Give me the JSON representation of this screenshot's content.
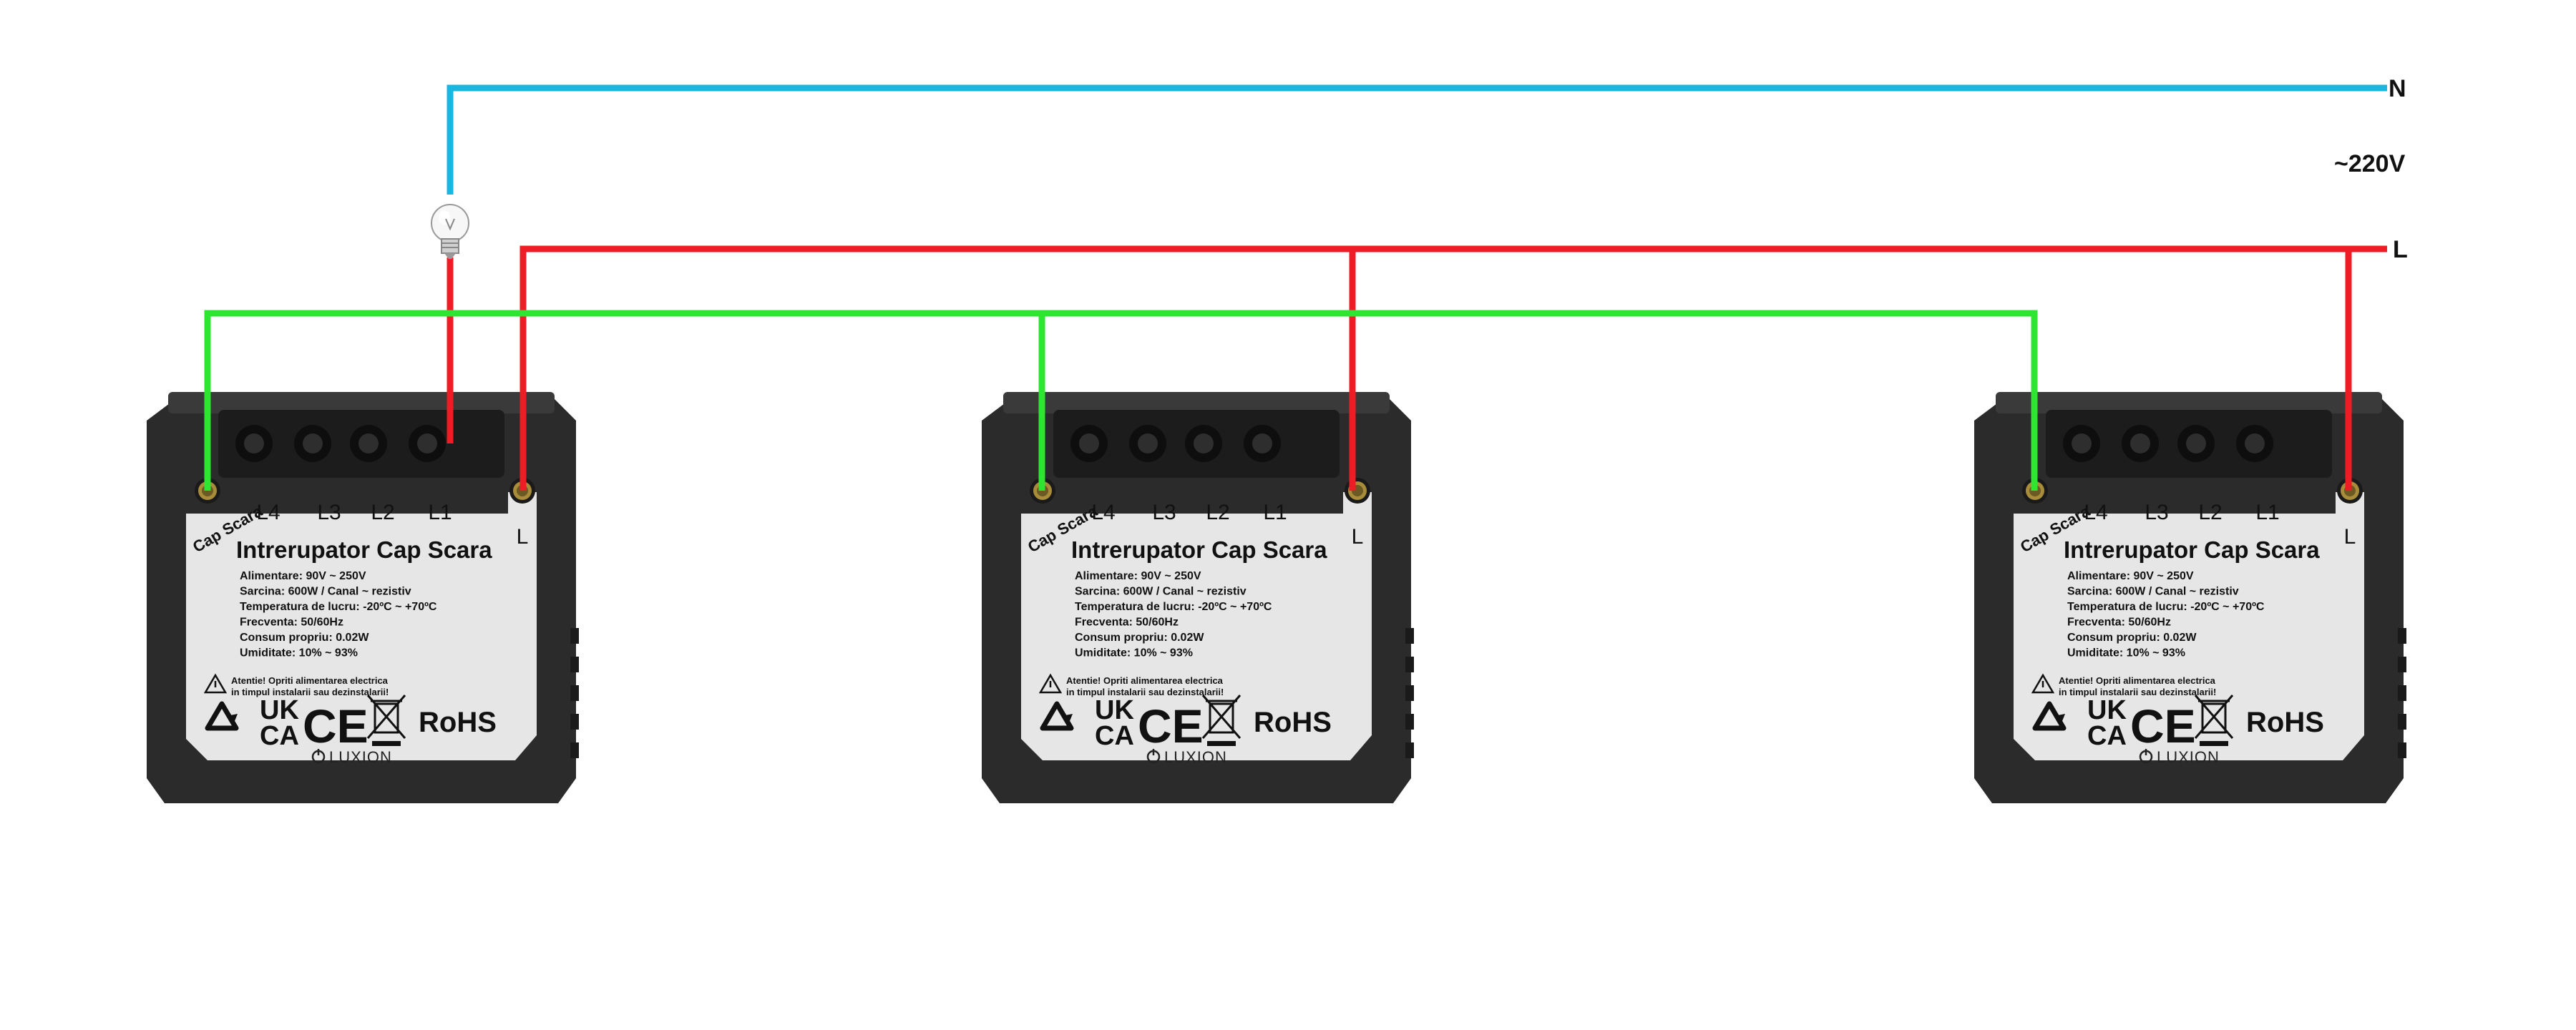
{
  "labels": {
    "neutral": "N",
    "voltage": "~220V",
    "live": "L"
  },
  "colors": {
    "neutral": "#19b6e0",
    "live": "#ee1c24",
    "traveler": "#2ee531",
    "body": "#2b2b2b",
    "label_bg": "#e6e6e6"
  },
  "device": {
    "terminals": [
      "L4",
      "L3",
      "L2",
      "L1",
      "L"
    ],
    "cap_label": "Cap Scara",
    "title": "Intrerupator Cap Scara",
    "specs": [
      "Alimentare: 90V ~ 250V",
      "Sarcina: 600W / Canal ~ rezistiv",
      "Temperatura de lucru: -20ºC ~ +70ºC",
      "Frecventa: 50/60Hz",
      "Consum propriu: 0.02W",
      "Umiditate: 10% ~ 93%"
    ],
    "warning": [
      "Atentie! Opriti alimentarea electrica",
      "in timpul instalarii sau dezinstalarii!"
    ],
    "marks": {
      "uk": "UK",
      "ca": "CA",
      "ce": "CE",
      "rohs": "RoHS"
    },
    "brand": "LUXION",
    "icons": [
      "recycle-icon",
      "warning-icon",
      "weee-bin-icon",
      "power-icon"
    ]
  },
  "devices": [
    {
      "id": "switch-1"
    },
    {
      "id": "switch-2"
    },
    {
      "id": "switch-3"
    }
  ]
}
